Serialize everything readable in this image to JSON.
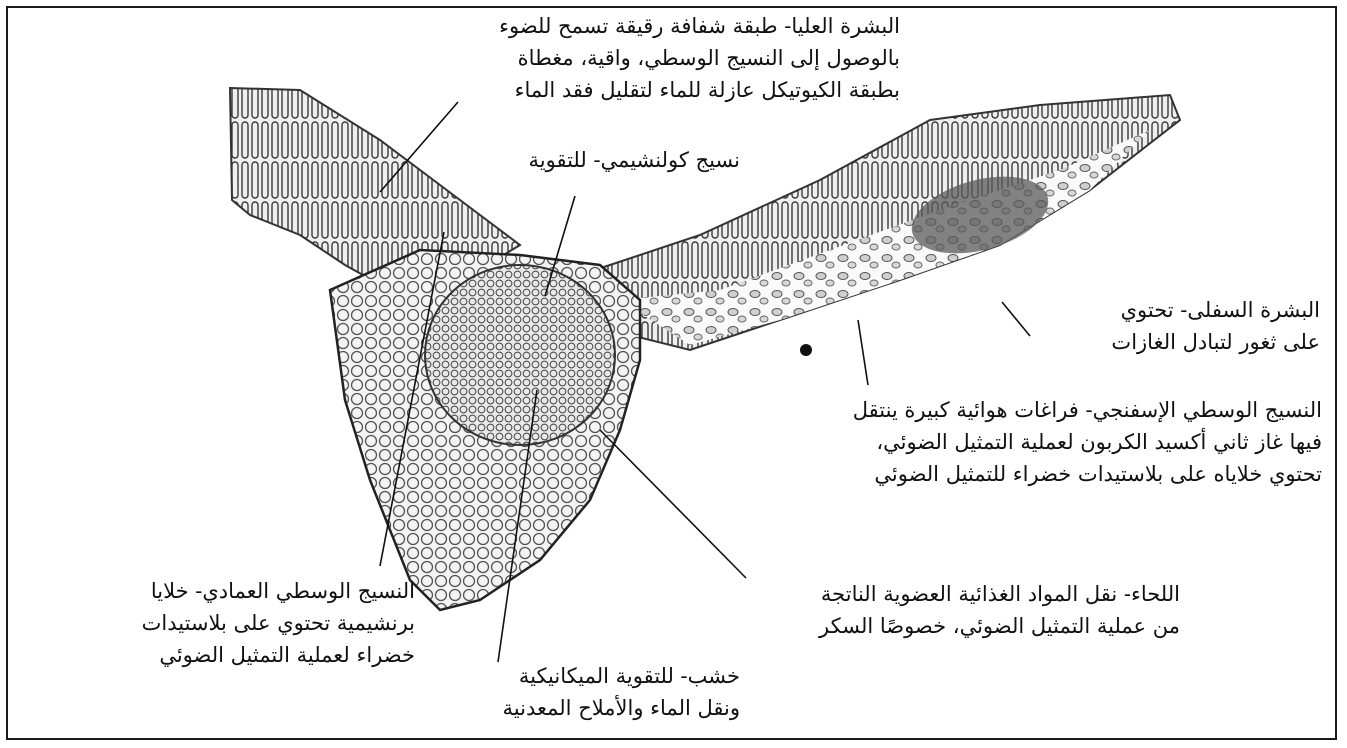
{
  "labels": {
    "upper_epidermis": "البشرة العليا- طبقة شفافة رقيقة تسمح للضوء\nبالوصول إلى النسيج الوسطي، واقية، مغطاة\nبطبقة الكيوتيكل عازلة للماء لتقليل فقد الماء",
    "collenchyma": "نسيج كولنشيمي- للتقوية",
    "lower_epidermis": "البشرة السفلى- تحتوي\nعلى ثغور لتبادل الغازات",
    "spongy_mesophyll": "النسيج الوسطي الإسفنجي- فراغات هوائية كبيرة ينتقل\nفيها غاز ثاني أكسيد الكربون لعملية التمثيل الضوئي،\nتحتوي خلاياه على بلاستيدات خضراء للتمثيل الضوئي",
    "palisade_mesophyll": "النسيج الوسطي العمادي- خلايا\nبرنشيمية تحتوي على بلاستيدات\nخضراء لعملية التمثيل الضوئي",
    "phloem": "اللحاء- نقل المواد الغذائية العضوية الناتجة\nمن عملية التمثيل الضوئي، خصوصًا السكر",
    "xylem": "خشب- للتقوية الميكانيكية\nونقل الماء والأملاح المعدنية"
  },
  "colors": {
    "frame": "#1a1a1a",
    "text": "#111111",
    "tissue_dark": "#3a3a3a",
    "tissue_mid": "#8a8a8a",
    "tissue_light": "#d8d8d8"
  }
}
